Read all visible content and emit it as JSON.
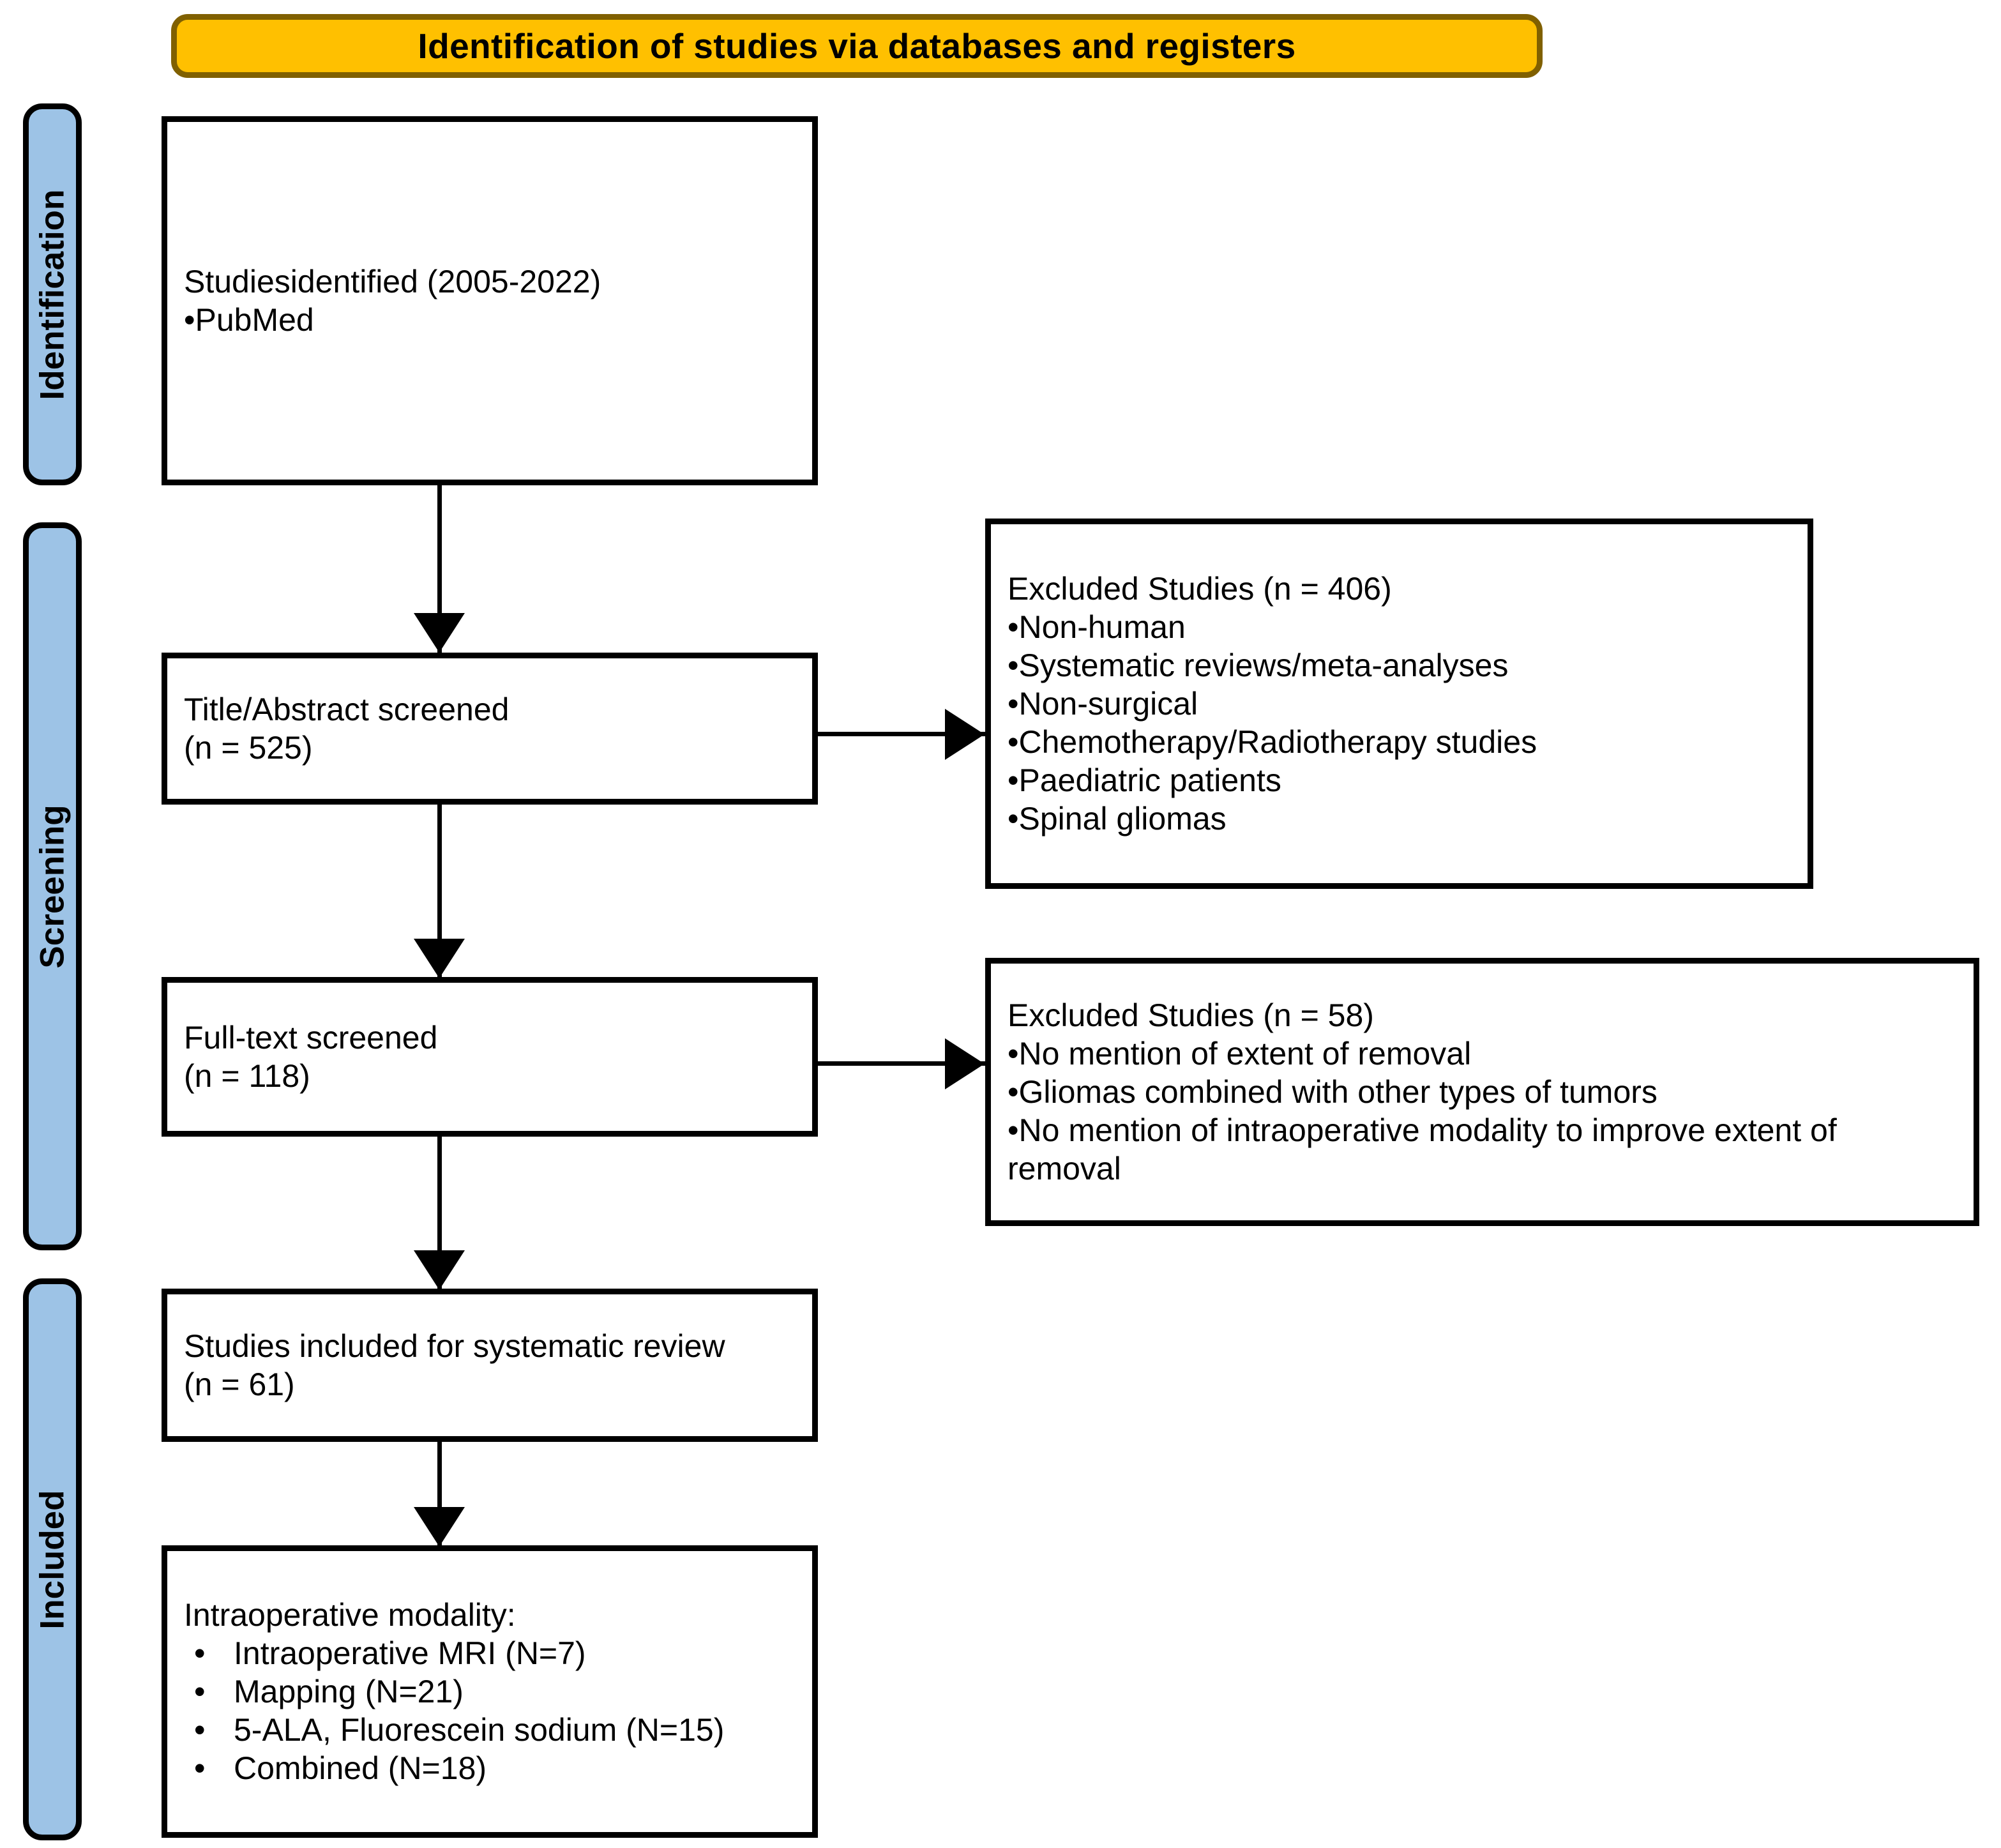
{
  "header": {
    "title": "Identification of studies via databases and registers",
    "fill_color": "#FFC000",
    "border_color": "#806000"
  },
  "rails": {
    "fill_color": "#9DC3E6",
    "items": [
      {
        "label": "Identification"
      },
      {
        "label": "Screening"
      },
      {
        "label": "Included"
      }
    ]
  },
  "boxes": {
    "identified": {
      "line1": "Studiesidentified (2005-2022)",
      "line2": "•PubMed"
    },
    "title_abstract": {
      "line1": "Title/Abstract screened",
      "line2": "(n = 525)"
    },
    "excluded_1": {
      "heading": "Excluded Studies (n = 406)",
      "reasons": [
        "•Non-human",
        "•Systematic reviews/meta-analyses",
        "•Non-surgical",
        "•Chemotherapy/Radiotherapy studies",
        "•Paediatric patients",
        "•Spinal gliomas"
      ]
    },
    "full_text": {
      "line1": "Full-text screened",
      "line2": "(n = 118)"
    },
    "excluded_2": {
      "heading": "Excluded Studies (n = 58)",
      "reasons": [
        "•No mention of extent of removal",
        "•Gliomas combined with other types of tumors",
        "•No mention of intraoperative modality to improve extent of removal"
      ]
    },
    "included_review": {
      "line1": "Studies included for systematic review",
      "line2": "(n = 61)"
    },
    "modalities": {
      "heading": "Intraoperative modality:",
      "bullet_glyph": "•",
      "items": [
        "Intraoperative MRI (N=7)",
        "Mapping (N=21)",
        "5-ALA, Fluorescein sodium (N=15)",
        "Combined (N=18)"
      ]
    }
  }
}
